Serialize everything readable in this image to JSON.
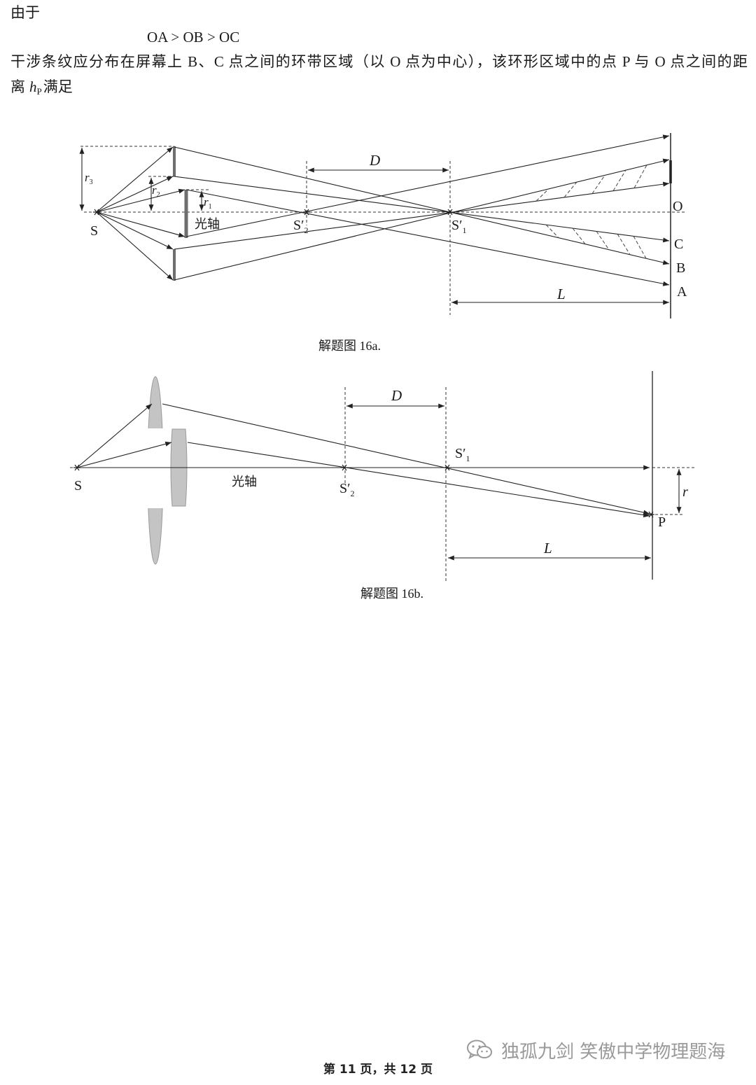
{
  "body": {
    "line1": "由于",
    "inequality": "OA > OB > OC",
    "line3": "干涉条纹应分布在屏幕上 B、C 点之间的环带区域（以 O 点为中心），该环形区域中的点 P 与 O 点之间的距",
    "line4": {
      "prefix": "离",
      "var": "h",
      "sub": "P",
      "suffix": "满足"
    }
  },
  "figure_a": {
    "caption": "解题图 16a.",
    "labels": {
      "source": "S",
      "optical_axis": "光轴",
      "r3": {
        "base": "r",
        "sub": "3"
      },
      "r2": {
        "base": "r",
        "sub": "2"
      },
      "r1": {
        "base": "r",
        "sub": "1"
      },
      "D": "D",
      "L": "L",
      "image_2": {
        "base": "S′",
        "sub": "2"
      },
      "image_1": {
        "base": "S′",
        "sub": "1"
      },
      "O": "O",
      "C": "C",
      "B": "B",
      "A": "A"
    }
  },
  "figure_b": {
    "caption": "解题图 16b.",
    "labels": {
      "source": "S",
      "optical_axis": "光轴",
      "D": "D",
      "L": "L",
      "image_1": {
        "base": "S′",
        "sub": "1"
      },
      "image_2": {
        "base": "S′",
        "sub": "2"
      },
      "r": "r",
      "P": "P"
    }
  },
  "footer": {
    "page": "第 11 页，共 12 页"
  },
  "watermark": {
    "icon": "wechat-icon",
    "text": "独孤九剑 笑傲中学物理题海"
  },
  "colors": {
    "text": "#1a1a1a",
    "lens": "#c4c4c4",
    "lens_bar": "#6e6e6e",
    "watermark": "#9a9a9a"
  }
}
